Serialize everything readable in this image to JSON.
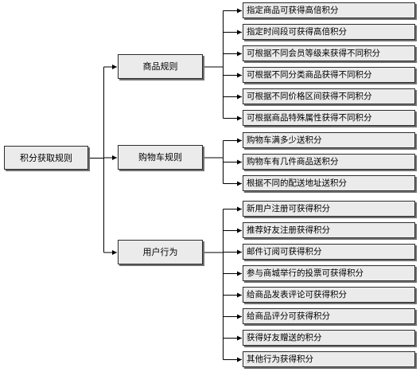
{
  "root": {
    "label": "积分获取规则"
  },
  "categories": [
    {
      "label": "商品规则",
      "rules": [
        "指定商品可获得高倍积分",
        "指定时间段可获得高倍积分",
        "可根据不同会员等级来获得不同积分",
        "可根据不同分类商品获得不同积分",
        "可根据不同价格区间获得不同积分",
        "可根据商品特殊属性获得不同积分"
      ]
    },
    {
      "label": "购物车规则",
      "rules": [
        "购物车满多少送积分",
        "购物车有几件商品送积分",
        "根据不同的配送地址送积分"
      ]
    },
    {
      "label": "用户行为",
      "rules": [
        "新用户注册可获得积分",
        "推荐好友注册获得积分",
        "邮件订阅可获得积分",
        "参与商城举行的投票可获得积分",
        "给商品发表评论可获得积分",
        "给商品评分可获得积分",
        "获得好友赠送的积分",
        "其他行为获得积分"
      ]
    }
  ]
}
